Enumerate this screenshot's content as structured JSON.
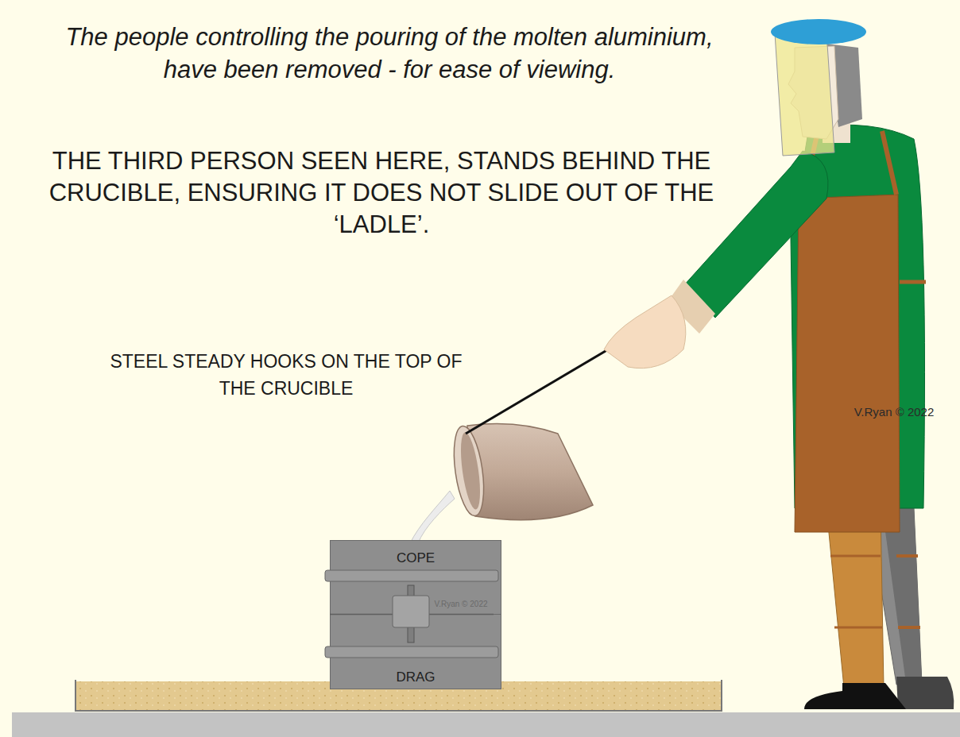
{
  "diagram": {
    "nodes": [
      {
        "text": [
          "COPE"
        ]
      },
      {
        "text": [
          "DRAG"
        ]
      }
    ],
    "labels": [
      "The people controlling the pouring of the molten aluminium, have been removed - for ease of viewing.",
      "THE THIRD PERSON SEEN HERE, STANDS BEHIND THE CRUCIBLE, ENSURING IT DOES NOT SLIDE OUT OF THE ‘LADLE’.",
      "STEEL STEADY HOOKS ON THE TOP OF THE CRUCIBLE",
      "V.Ryan © 2022",
      "V.Ryan © 2022"
    ]
  }
}
